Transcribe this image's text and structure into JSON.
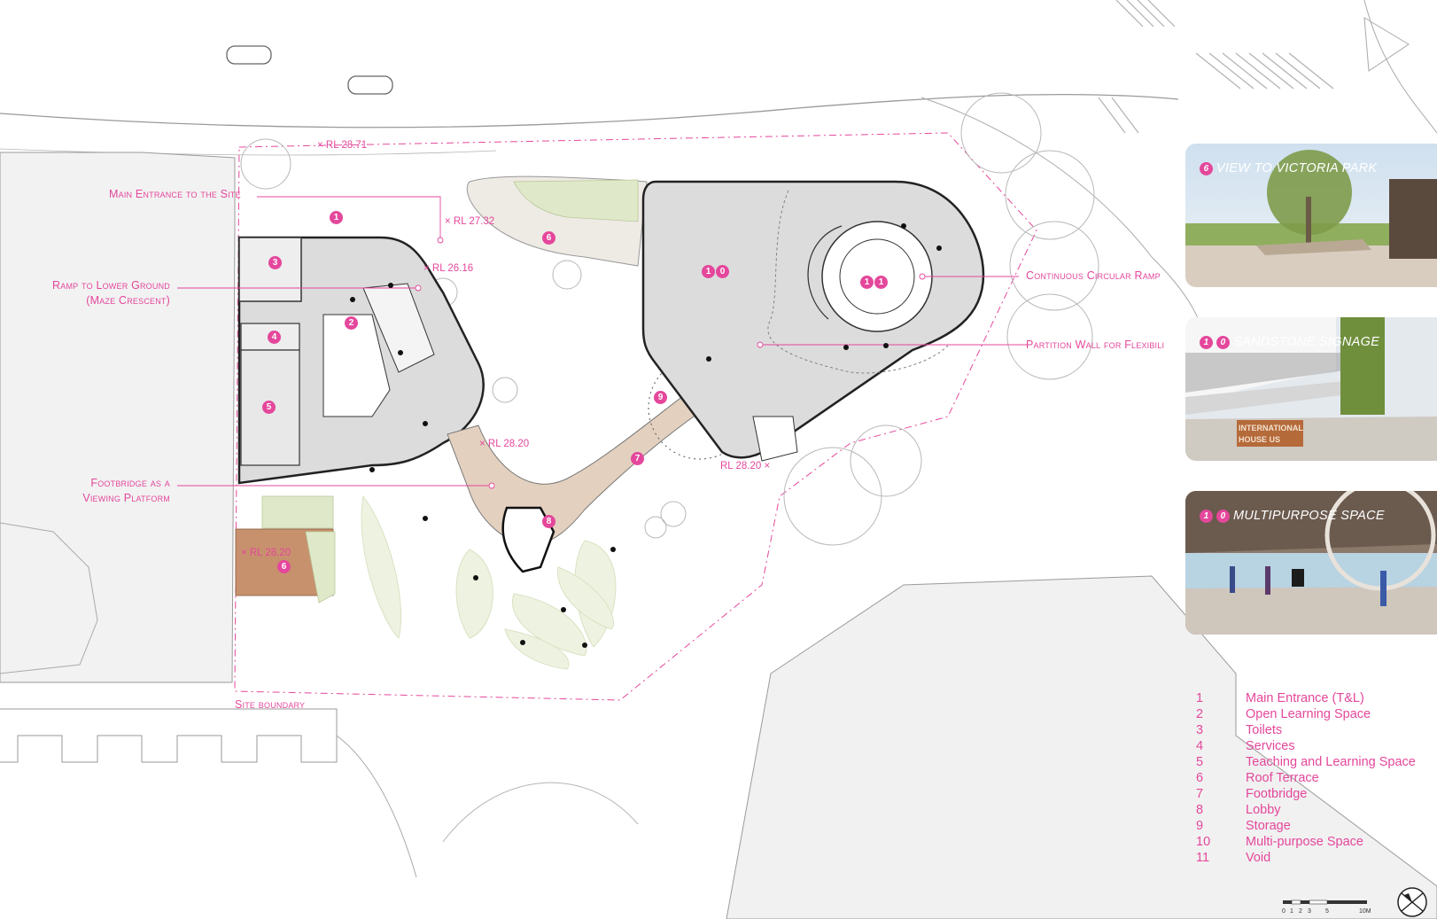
{
  "annotations": {
    "main_entrance": "Main Entrance to the Site",
    "ramp_line1": "Ramp to Lower Ground",
    "ramp_line2": "(Maze Crescent)",
    "footbridge_line1": "Footbridge as a",
    "footbridge_line2": "Viewing Platform",
    "circular_ramp": "Continuous Circular Ramp",
    "partition_wall": "Partition Wall for Flexibili",
    "site_boundary": "Site boundary"
  },
  "levels": {
    "rl_top": "RL 28.71",
    "rl_2732": "RL 27.32",
    "rl_2616": "RL 26.16",
    "rl_bridge": "RL 28.20",
    "rl_right": "RL 28.20",
    "rl_terrace": "RL 28.20"
  },
  "markers": {
    "m1": "1",
    "m2": "2",
    "m3": "3",
    "m4": "4",
    "m5": "5",
    "m6a": "6",
    "m6b": "6",
    "m7": "7",
    "m8": "8",
    "m9": "9",
    "m10a": "1",
    "m10b": "0",
    "m11a": "1",
    "m11b": "1"
  },
  "views": [
    {
      "num_a": "6",
      "num_b": "",
      "title": "View to Victoria Park"
    },
    {
      "num_a": "1",
      "num_b": "0",
      "title": "Sandstone Signage"
    },
    {
      "num_a": "1",
      "num_b": "0",
      "title": "Multipurpose Space"
    }
  ],
  "signage": {
    "line1": "INTERNATIONAL",
    "line2": "HOUSE US"
  },
  "legend": [
    {
      "num": "1",
      "label": "Main Entrance (T&L)"
    },
    {
      "num": "2",
      "label": "Open Learning Space"
    },
    {
      "num": "3",
      "label": "Toilets"
    },
    {
      "num": "4",
      "label": "Services"
    },
    {
      "num": "5",
      "label": "Teaching and Learning Space"
    },
    {
      "num": "6",
      "label": "Roof Terrace"
    },
    {
      "num": "7",
      "label": "Footbridge"
    },
    {
      "num": "8",
      "label": "Lobby"
    },
    {
      "num": "9",
      "label": "Storage"
    },
    {
      "num": "10",
      "label": "Multi-purpose Space"
    },
    {
      "num": "11",
      "label": "Void"
    }
  ],
  "scale": {
    "t0": "0",
    "t1": "1",
    "t2": "2",
    "t3": "3",
    "t5": "5",
    "t10": "10M"
  },
  "colors": {
    "accent": "#e4479b",
    "floor": "#dcdcdc",
    "bridge": "#e3d0bf",
    "terrace": "#c8916e",
    "green": "#dfe9c9"
  }
}
